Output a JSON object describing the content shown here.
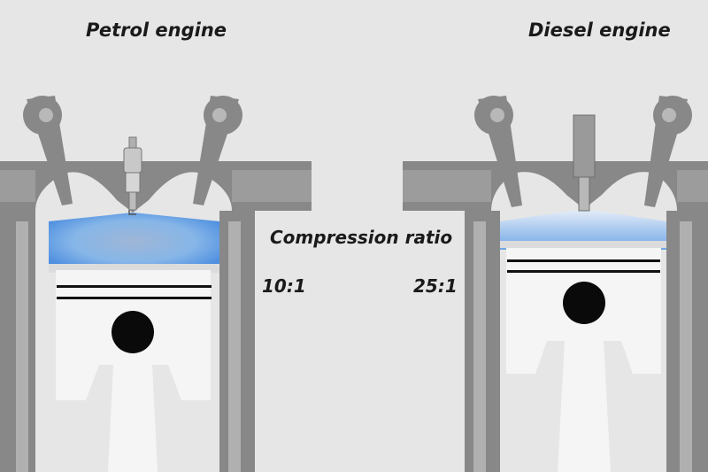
{
  "labels": {
    "petrol_title": "Petrol engine",
    "diesel_title": "Diesel engine",
    "compression_label": "Compression ratio",
    "petrol_ratio": "10:1",
    "diesel_ratio": "25:1"
  },
  "colors": {
    "background": "#e6e6e6",
    "engine_body": "#888888",
    "cylinder_wall": "#aaaaaa",
    "piston": "#f5f5f5",
    "piston_ring": "#111111",
    "pin": "#0a0a0a",
    "compressed_gas": "#7eb4ea"
  }
}
